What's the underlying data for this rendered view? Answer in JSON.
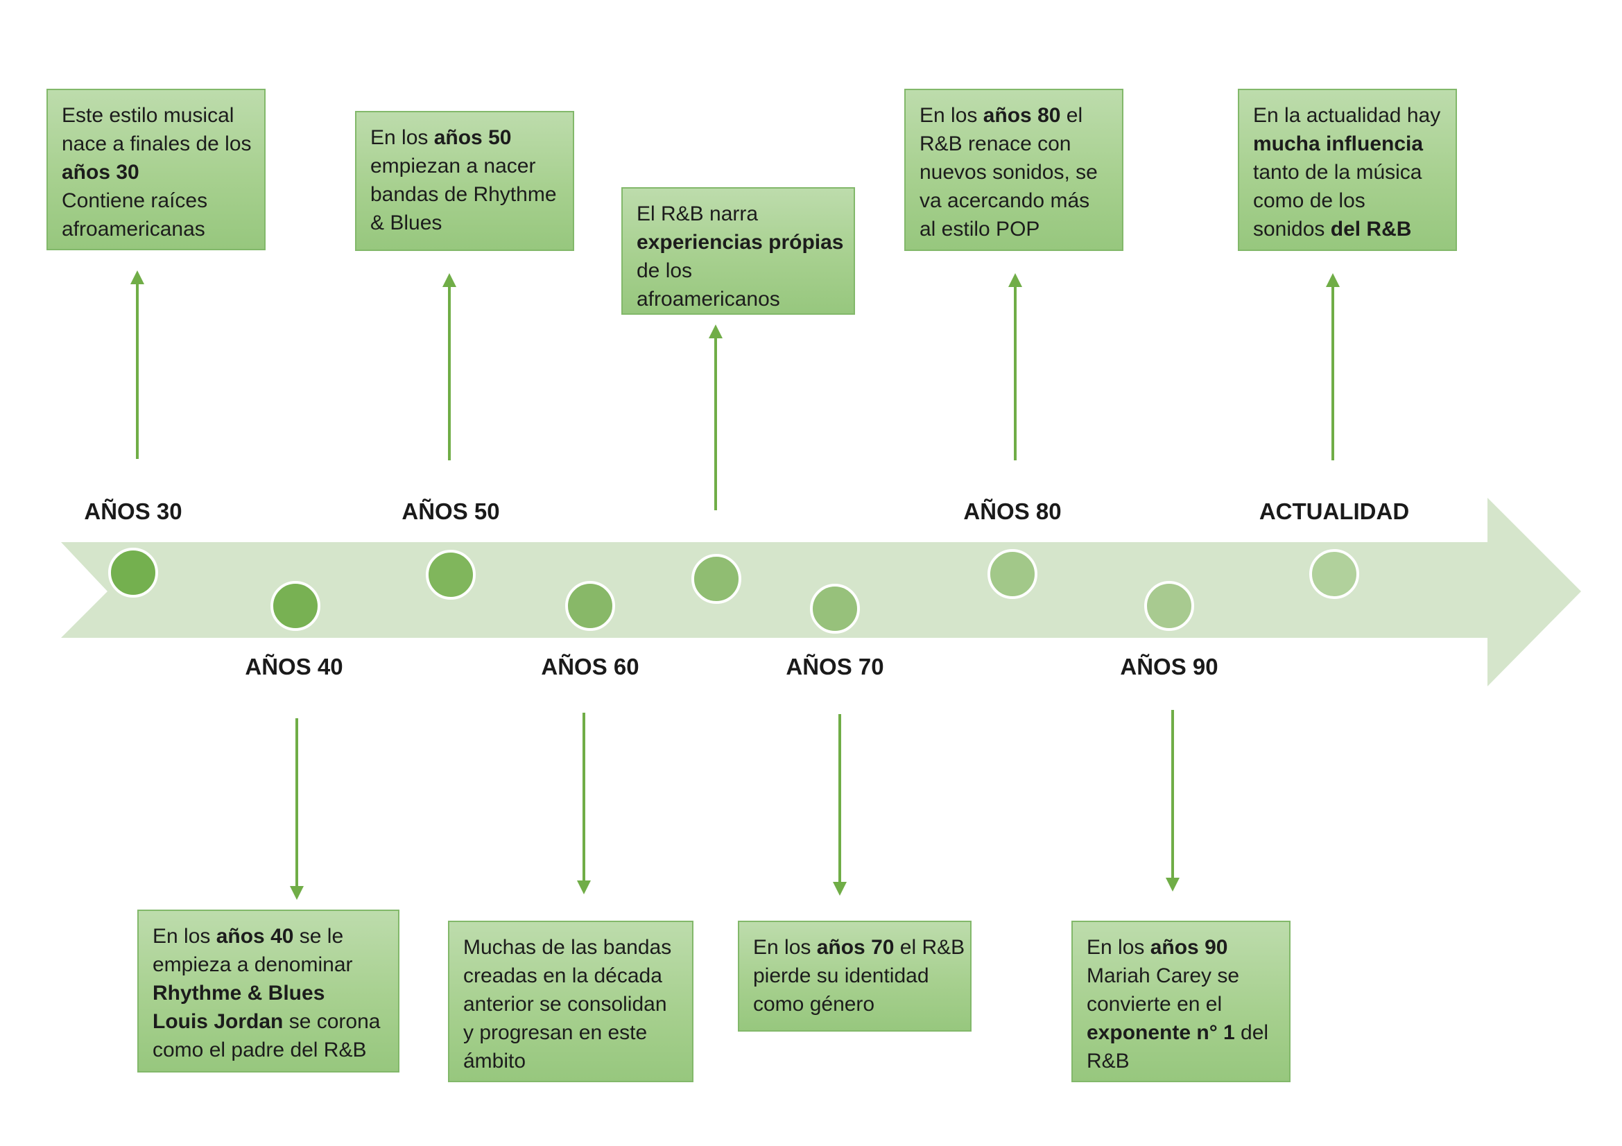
{
  "colors": {
    "band": "#d5e5cb",
    "connector": "#70ad47",
    "box_border": "#82b86a"
  },
  "milestones": [
    {
      "label": "AÑOS 30",
      "dot_color": "#74b04f",
      "text": [
        [
          {
            "t": "Este estilo musical"
          }
        ],
        [
          {
            "t": "nace a finales de los"
          }
        ],
        [
          {
            "t": "años 30",
            "b": true
          }
        ],
        [
          {
            "t": "Contiene raíces"
          }
        ],
        [
          {
            "t": "afroamericanas"
          }
        ]
      ]
    },
    {
      "label": "AÑOS 40",
      "dot_color": "#78b153",
      "text": [
        [
          {
            "t": "En los "
          },
          {
            "t": "años 40",
            "b": true
          },
          {
            "t": " se le"
          }
        ],
        [
          {
            "t": "empieza a denominar"
          }
        ],
        [
          {
            "t": "Rhythme & Blues",
            "b": true
          }
        ],
        [
          {
            "t": "Louis Jordan",
            "b": true
          },
          {
            "t": " se corona"
          }
        ],
        [
          {
            "t": "como el padre del R&B"
          }
        ]
      ]
    },
    {
      "label": "AÑOS 50",
      "dot_color": "#80b65c",
      "text": [
        [
          {
            "t": "En los "
          },
          {
            "t": "años 50",
            "b": true
          }
        ],
        [
          {
            "t": "empiezan a nacer"
          }
        ],
        [
          {
            "t": "bandas de Rhythme"
          }
        ],
        [
          {
            "t": "& Blues"
          }
        ]
      ]
    },
    {
      "label": "AÑOS 60",
      "dot_color": "#88b868",
      "text": [
        [
          {
            "t": "Muchas de las bandas"
          }
        ],
        [
          {
            "t": "creadas en la década"
          }
        ],
        [
          {
            "t": "anterior se consolidan"
          }
        ],
        [
          {
            "t": "y progresan en este"
          }
        ],
        [
          {
            "t": "ámbito"
          }
        ]
      ]
    },
    {
      "label": "",
      "dot_color": "#90bd72",
      "text": [
        [
          {
            "t": "El R&B narra"
          }
        ],
        [
          {
            "t": "experiencias própias",
            "b": true
          }
        ],
        [
          {
            "t": "de los"
          }
        ],
        [
          {
            "t": "afroamericanos"
          }
        ]
      ]
    },
    {
      "label": "AÑOS 70",
      "dot_color": "#97c17b",
      "text": [
        [
          {
            "t": "En los "
          },
          {
            "t": "años 70",
            "b": true
          },
          {
            "t": " el R&B"
          }
        ],
        [
          {
            "t": "pierde su identidad"
          }
        ],
        [
          {
            "t": "como género"
          }
        ]
      ]
    },
    {
      "label": "AÑOS 80",
      "dot_color": "#a2c889",
      "text": [
        [
          {
            "t": "En los "
          },
          {
            "t": "años 80",
            "b": true
          },
          {
            "t": " el"
          }
        ],
        [
          {
            "t": "R&B renace con"
          }
        ],
        [
          {
            "t": "nuevos sonidos, se"
          }
        ],
        [
          {
            "t": "va acercando más"
          }
        ],
        [
          {
            "t": "al estilo POP"
          }
        ]
      ]
    },
    {
      "label": "AÑOS 90",
      "dot_color": "#a8ca90",
      "text": [
        [
          {
            "t": "En los "
          },
          {
            "t": "años 90",
            "b": true
          }
        ],
        [
          {
            "t": "Mariah Carey se"
          }
        ],
        [
          {
            "t": "convierte en el"
          }
        ],
        [
          {
            "t": "exponente n° 1",
            "b": true
          },
          {
            "t": " del"
          }
        ],
        [
          {
            "t": "R&B"
          }
        ]
      ]
    },
    {
      "label": "ACTUALIDAD",
      "dot_color": "#b1d19c",
      "text": [
        [
          {
            "t": "En la actualidad hay"
          }
        ],
        [
          {
            "t": "mucha influencia",
            "b": true
          }
        ],
        [
          {
            "t": "tanto de la música"
          }
        ],
        [
          {
            "t": "como de los"
          }
        ],
        [
          {
            "t": "sonidos "
          },
          {
            "t": "del R&B",
            "b": true
          }
        ]
      ]
    }
  ]
}
